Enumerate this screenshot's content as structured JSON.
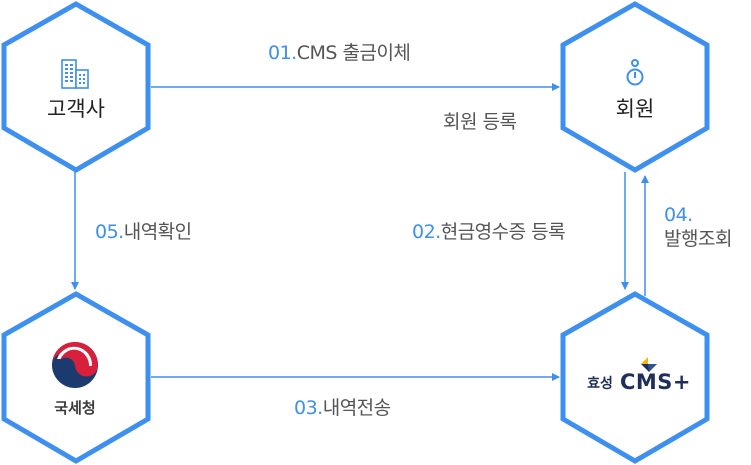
{
  "colors": {
    "accent": "#3d8ff0",
    "text": "#555555",
    "node_text": "#222222",
    "nts_navy": "#1b3a6e",
    "nts_red": "#d8203c",
    "hyosung_navy": "#1d2f5a",
    "hyosung_yellow": "#f5b800"
  },
  "nodes": {
    "client": {
      "label": "고객사",
      "icon": "building-icon"
    },
    "member": {
      "label": "회원",
      "icon": "stopwatch-icon"
    },
    "nts": {
      "label": "국세청",
      "icon": "taegeuk-logo-icon"
    },
    "hyosung": {
      "label_kr": "효성",
      "label_brand": "CMS+",
      "icon": "hyosung-logo-icon"
    }
  },
  "steps": [
    {
      "num": "01.",
      "text": "CMS 출금이체",
      "sub": "회원 등록"
    },
    {
      "num": "02.",
      "text": "현금영수증 등록"
    },
    {
      "num": "03.",
      "text": "내역전송"
    },
    {
      "num": "04.",
      "text": "발행조회"
    },
    {
      "num": "05.",
      "text": "내역확인"
    }
  ]
}
